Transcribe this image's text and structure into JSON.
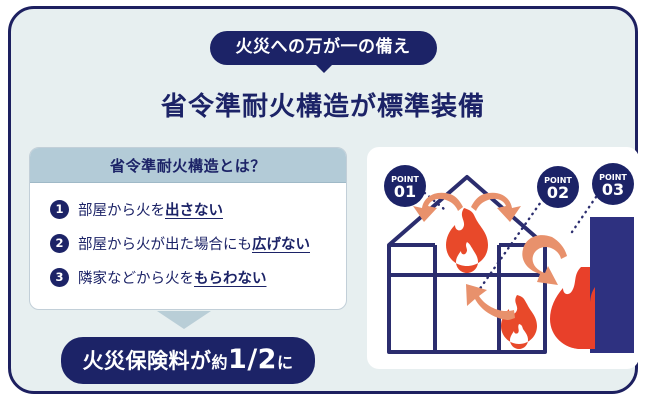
{
  "card": {
    "bg_color": "#e7eff0",
    "border_color": "#1d2060"
  },
  "header": {
    "badge_label": "火災への万が一の備え",
    "title": "省令準耐火構造が標準装備",
    "badge_bg": "#1c2367",
    "title_color": "#1c2367"
  },
  "left_panel": {
    "heading": "省令準耐火構造とは？",
    "heading_bg": "#b3cbd7",
    "items": [
      {
        "num": "1",
        "prefix": "部屋から火を",
        "emphasis": "出さない"
      },
      {
        "num": "2",
        "prefix": "部屋から火が出た場合にも",
        "emphasis": "広げない"
      },
      {
        "num": "3",
        "prefix": "隣家などから火を",
        "emphasis": "もらわない"
      }
    ]
  },
  "banner": {
    "prefix": "火災保険料が",
    "small1": "約",
    "fraction": "1/2",
    "suffix": "に",
    "bg": "#1c2367"
  },
  "illustration": {
    "points": [
      {
        "caption": "POINT",
        "number": "01"
      },
      {
        "caption": "POINT",
        "number": "02"
      },
      {
        "caption": "POINT",
        "number": "03"
      }
    ],
    "house_outline_color": "#2b2d6e",
    "flame_color": "#e8492a",
    "arrow_color": "#e8916c",
    "neighbor_color": "#2e3180",
    "neighbor_flame_color": "#e8402a"
  }
}
